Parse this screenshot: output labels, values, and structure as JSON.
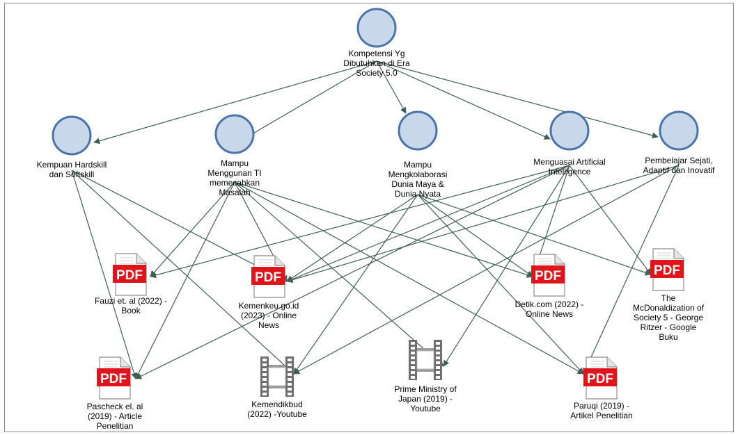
{
  "colors": {
    "node_fill": "#c9d7ea",
    "node_stroke": "#4a74a8",
    "edge": "#3f5e57",
    "pdf_red": "#e0141b",
    "film": "#6f6f6f"
  },
  "nodes": {
    "root": {
      "label": "Kompetensi Yg\nDibutuhkan di Era\nSociety 5.0",
      "icon": "circle-node-icon"
    },
    "hard": {
      "label": "Kempuan Hardskill\ndan Softskill",
      "icon": "circle-node-icon"
    },
    "ti": {
      "label": "Mampu\nMenggunan TI\nmemecahkan\nMasalah",
      "icon": "circle-node-icon"
    },
    "kolab": {
      "label": "Mampu\nMengkolaborasi\nDunia Maya &\nDunia Nyata",
      "icon": "circle-node-icon"
    },
    "ai": {
      "label": "Menguasai Artificial\nIntelligence",
      "icon": "circle-node-icon"
    },
    "sejati": {
      "label": "Pembelajar Sejati,\nAdaptif dan Inovatif",
      "icon": "circle-node-icon"
    },
    "fauzi": {
      "label": "Fauzi et. al (2022) -\nBook",
      "icon": "pdf-icon",
      "badge": "PDF"
    },
    "kemenkeu": {
      "label": "Kemenkeu.go.id\n(2023) - Online\nNews",
      "icon": "pdf-icon",
      "badge": "PDF"
    },
    "detik": {
      "label": "Detik.com (2022) -\nOnline News",
      "icon": "pdf-icon",
      "badge": "PDF"
    },
    "mcd": {
      "label": "The\nMcDonaldization of\nSociety 5 - George\nRitzer - Google\nBuku",
      "icon": "pdf-icon",
      "badge": "PDF"
    },
    "pascheck": {
      "label": "Pascheck el. al\n(2019) - Article\nPenelitian",
      "icon": "pdf-icon",
      "badge": "PDF"
    },
    "kemendik": {
      "label": "Kemendikbud\n(2022) -Youtube",
      "icon": "film-icon"
    },
    "prime": {
      "label": "Prime Ministry of\nJapan (2019) -\nYoutube",
      "icon": "film-icon"
    },
    "paruqi": {
      "label": "Paruqi (2019) -\nArtikel Penelitian",
      "icon": "pdf-icon",
      "badge": "PDF"
    }
  },
  "edges": [
    [
      "root",
      "hard"
    ],
    [
      "root",
      "ti"
    ],
    [
      "root",
      "kolab"
    ],
    [
      "root",
      "ai"
    ],
    [
      "root",
      "sejati"
    ],
    [
      "hard",
      "pascheck"
    ],
    [
      "hard",
      "kemenkeu"
    ],
    [
      "hard",
      "kemendik"
    ],
    [
      "ti",
      "fauzi"
    ],
    [
      "ti",
      "pascheck"
    ],
    [
      "ti",
      "kemenkeu"
    ],
    [
      "ti",
      "prime"
    ],
    [
      "ti",
      "detik"
    ],
    [
      "ti",
      "paruqi"
    ],
    [
      "kolab",
      "kemenkeu"
    ],
    [
      "kolab",
      "kemendik"
    ],
    [
      "kolab",
      "detik"
    ],
    [
      "kolab",
      "paruqi"
    ],
    [
      "kolab",
      "mcd"
    ],
    [
      "ai",
      "fauzi"
    ],
    [
      "ai",
      "kemenkeu"
    ],
    [
      "ai",
      "pascheck"
    ],
    [
      "ai",
      "prime"
    ],
    [
      "ai",
      "detik"
    ],
    [
      "ai",
      "mcd"
    ],
    [
      "sejati",
      "kemenkeu"
    ],
    [
      "sejati",
      "kemendik"
    ],
    [
      "sejati",
      "paruqi"
    ]
  ]
}
